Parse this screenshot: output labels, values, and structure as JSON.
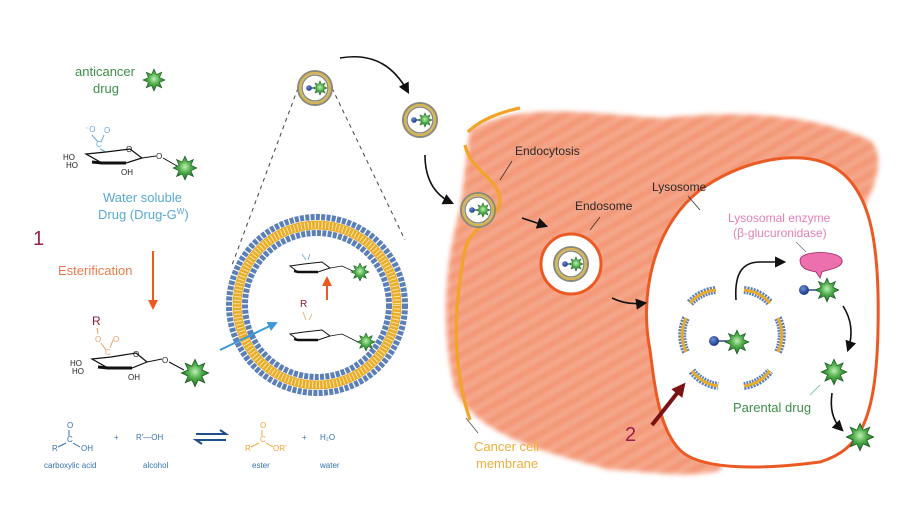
{
  "figure": {
    "step_labels": {
      "step1": "1",
      "step2": "2"
    },
    "legend": {
      "drug_label_line1": "anticancer",
      "drug_label_line2": "drug"
    },
    "water_soluble": {
      "line1": "Water soluble",
      "line2": "Drug (Drug-G",
      "superscript": "W",
      "line2_end": ")"
    },
    "process": {
      "esterification": "Esterification"
    },
    "chem_labels": {
      "ho": "HO",
      "oh": "OH",
      "o": "O",
      "c": "C",
      "r": "R",
      "o_minus": "⁻O"
    },
    "equation": {
      "terms": [
        {
          "label": "carboxylic acid",
          "formula_r": "R",
          "formula_oh": "OH",
          "formula_o": "O",
          "formula_c": "C"
        },
        {
          "label": "alcohol",
          "formula": "R'—OH"
        },
        {
          "label": "ester",
          "formula_r": "R",
          "formula_or": "OR'",
          "formula_o": "O",
          "formula_c": "C"
        },
        {
          "label": "water",
          "formula": "H₂O"
        }
      ],
      "plus": "+",
      "equilibrium": "⇌"
    },
    "cell_labels": {
      "endocytosis": "Endocytosis",
      "endosome": "Endosome",
      "lysosome": "Lysosome",
      "enzyme_line1": "Lysosomal enzyme",
      "enzyme_line2": "(β-glucuronidase)",
      "parental_drug": "Parental drug",
      "membrane_line1": "Cancer cell",
      "membrane_line2": "membrane"
    },
    "colors": {
      "drug_green": "#3d9a45",
      "cell_orange": "#f07a52",
      "lysosome_red": "#ec5a24",
      "membrane_yellow": "#f2a429",
      "lipid_blue": "#5b7fb8",
      "step_red": "#9c2049",
      "enzyme_pink": "#ec6fae",
      "arrow_dark_red": "#7a1414",
      "arrow_blue": "#3d9ad6"
    }
  }
}
